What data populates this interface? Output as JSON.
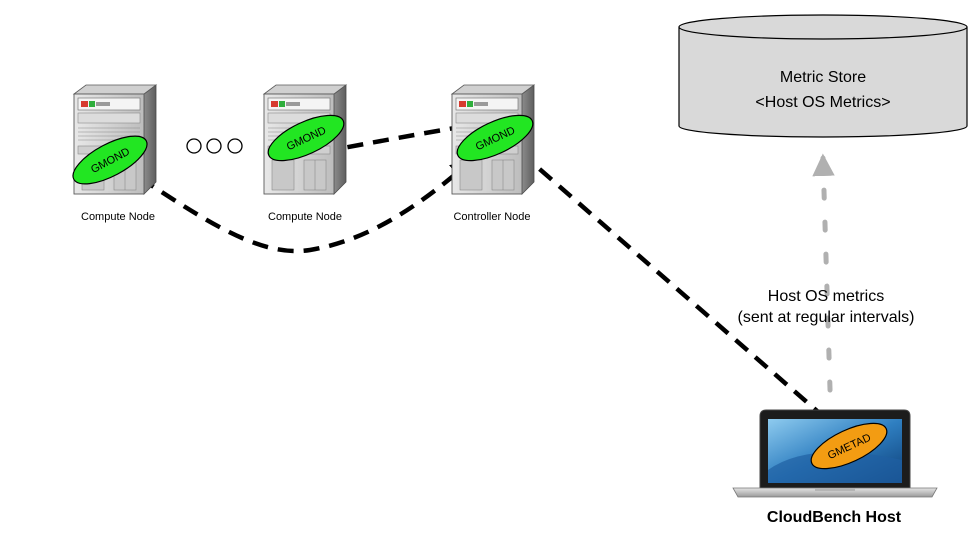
{
  "nodes": {
    "compute_1": {
      "label": "Compute Node",
      "agent": "GMOND"
    },
    "compute_2": {
      "label": "Compute Node",
      "agent": "GMOND"
    },
    "controller": {
      "label": "Controller Node",
      "agent": "GMOND"
    }
  },
  "store": {
    "title": "Metric Store",
    "subtitle": "<Host OS Metrics>"
  },
  "host": {
    "label": "CloudBench Host",
    "agent": "GMETAD"
  },
  "metrics_flow": {
    "line1": "Host OS metrics",
    "line2": "(sent at regular intervals)"
  },
  "colors": {
    "gmond": "#22e622",
    "gmetad": "#f39c12",
    "store_fill": "#d9d9d9",
    "dotted_arrow": "#b0b0b0",
    "dashed_line": "#000000"
  }
}
